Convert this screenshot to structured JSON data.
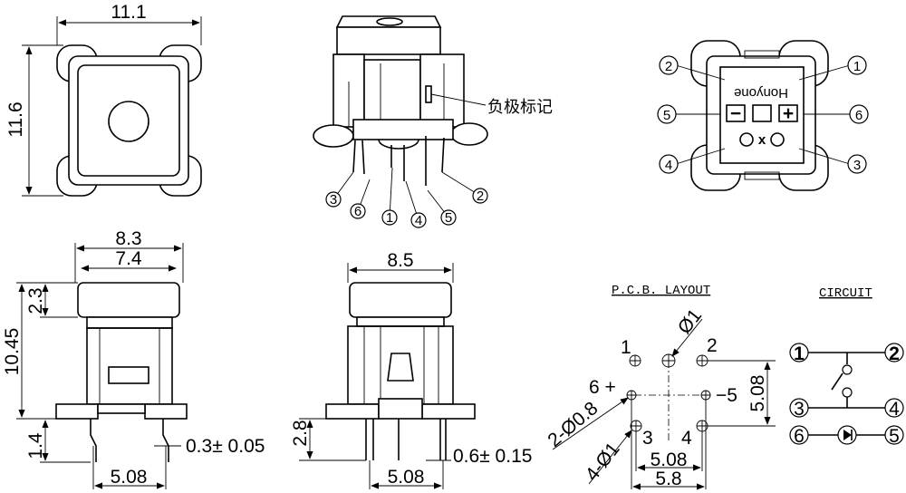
{
  "top_view": {
    "width": "11.1",
    "height": "11.6"
  },
  "iso_view": {
    "polarity_mark_label": "负极标记",
    "pins": [
      "3",
      "6",
      "1",
      "4",
      "5",
      "2"
    ]
  },
  "bottom_view": {
    "brand": "Honyone",
    "x_mark": "x",
    "plus": "+",
    "minus": "−",
    "pins": [
      "2",
      "1",
      "5",
      "6",
      "4",
      "3"
    ]
  },
  "side_view_left": {
    "outer_width": "8.3",
    "cap_width": "7.4",
    "cap_height": "2.3",
    "total_height": "10.45",
    "pin_length": "1.4",
    "pin_thickness": "0.3± 0.05",
    "pin_pitch": "5.08"
  },
  "side_view_right": {
    "width": "8.5",
    "pin_length": "2.8",
    "pin_thickness": "0.6± 0.15",
    "pin_pitch": "5.08"
  },
  "pcb_layout": {
    "title": "P.C.B.  LAYOUT",
    "pin1": "1",
    "pin2": "2",
    "pin6": "6 +",
    "pin5": "−5",
    "pin3": "3",
    "pin4": "4",
    "center_hole": "Ø1",
    "led_holes": "2-Ø0.8",
    "switch_holes": "4-Ø1",
    "vertical_pitch": "5.08",
    "horizontal_pitch": "5.08",
    "outer_span": "5.8"
  },
  "circuit": {
    "title": "CIRCUIT",
    "nodes": [
      "1",
      "2",
      "3",
      "4",
      "6",
      "5"
    ]
  }
}
